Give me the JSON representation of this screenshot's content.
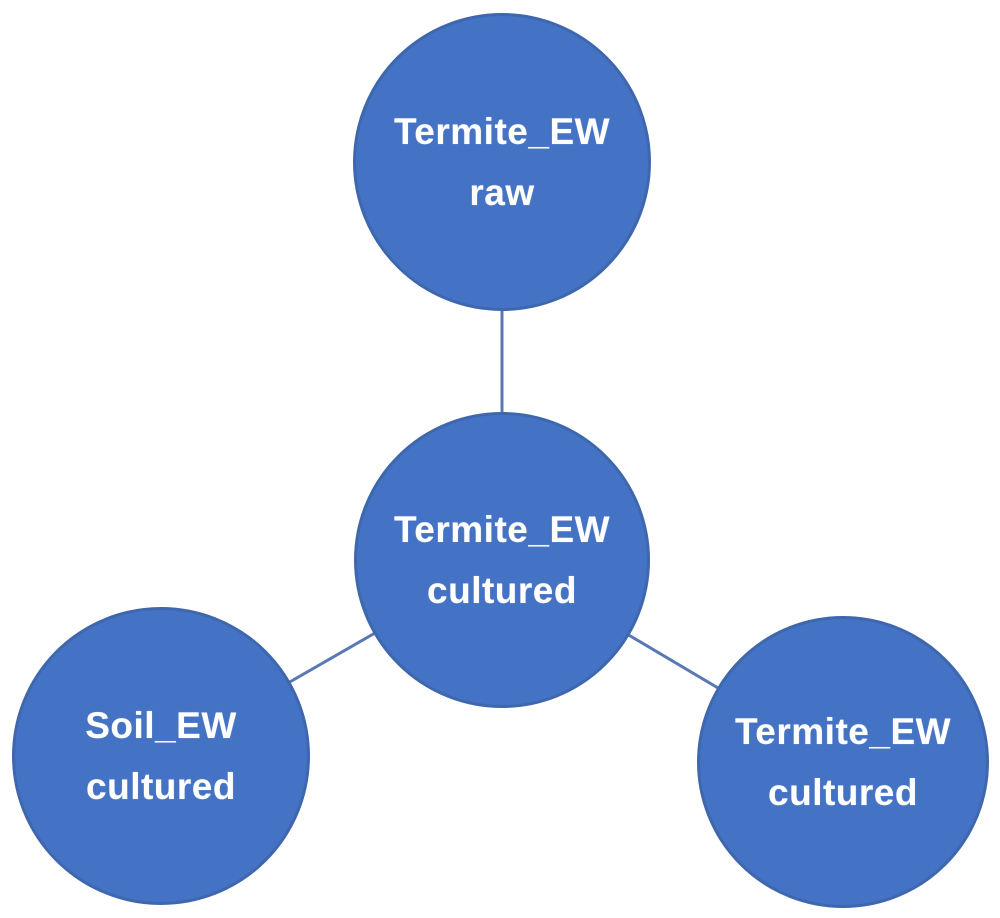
{
  "figure": {
    "type": "hub-and-spoke-diagram",
    "background_color": "#ffffff",
    "node_fill_color": "#4472C4",
    "node_border_color": "#3E67AE",
    "connector_color": "#5A78B4",
    "label_color": "#ffffff",
    "nodes": [
      {
        "id": "termite-ew-raw",
        "position": "top",
        "line1": "Termite_EW",
        "line2": "raw"
      },
      {
        "id": "termite-ew-cultured-center",
        "position": "center",
        "line1": "Termite_EW",
        "line2": "cultured"
      },
      {
        "id": "soil-ew-cultured",
        "position": "bottom-left",
        "line1": "Soil_EW",
        "line2": "cultured"
      },
      {
        "id": "termite-ew-cultured-right",
        "position": "bottom-right",
        "line1": "Termite_EW",
        "line2": "cultured"
      }
    ],
    "edges": [
      {
        "from": "termite-ew-cultured-center",
        "to": "termite-ew-raw"
      },
      {
        "from": "termite-ew-cultured-center",
        "to": "soil-ew-cultured"
      },
      {
        "from": "termite-ew-cultured-center",
        "to": "termite-ew-cultured-right"
      }
    ]
  }
}
